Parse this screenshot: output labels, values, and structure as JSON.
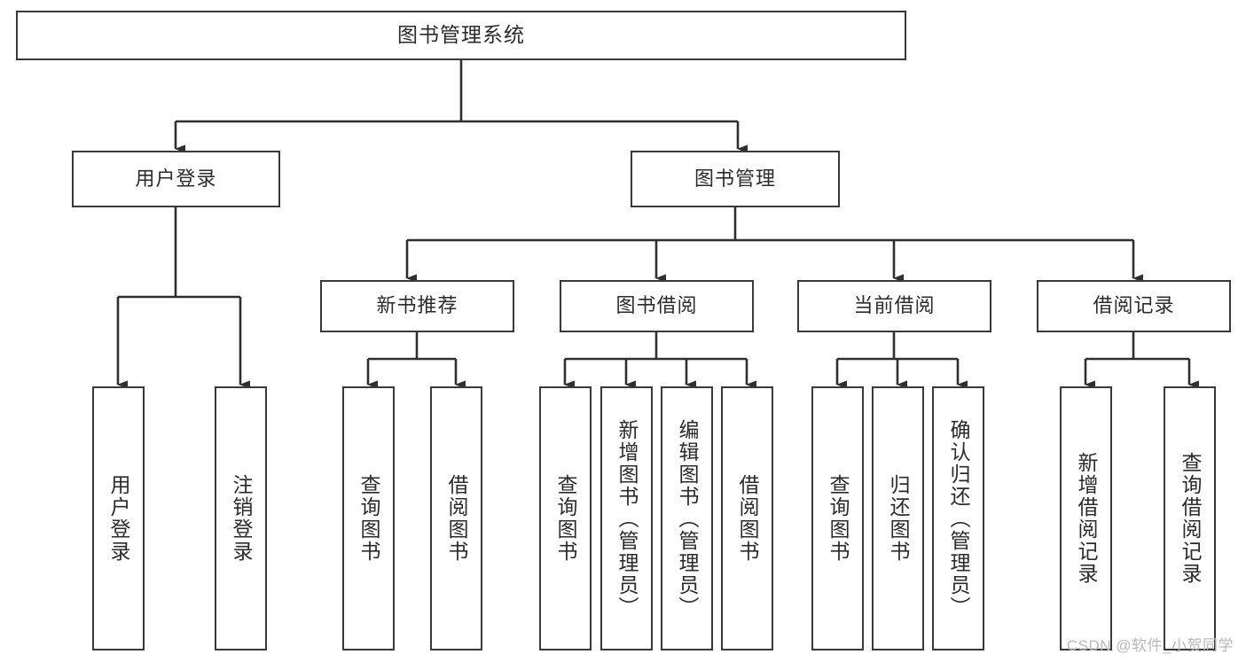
{
  "diagram": {
    "title": "图书管理系统",
    "type": "tree",
    "watermark": "CSDN @软件_小贺同学",
    "colors": {
      "box_border": "#3a3a3a",
      "box_fill": "#ffffff",
      "connector": "#2f2f2f",
      "text": "#2b2b2b",
      "watermark": "#b9b9b9",
      "background": "#ffffff"
    },
    "nodes": {
      "root": {
        "label": "图书管理系统"
      },
      "level2": [
        {
          "label": "用户登录"
        },
        {
          "label": "图书管理"
        }
      ],
      "level3": [
        {
          "label": "新书推荐"
        },
        {
          "label": "图书借阅"
        },
        {
          "label": "当前借阅"
        },
        {
          "label": "借阅记录"
        }
      ],
      "leaves": {
        "user_login": [
          {
            "label": "用户登录"
          },
          {
            "label": "注销登录"
          }
        ],
        "new_book_recommend": [
          {
            "label": "查询图书"
          },
          {
            "label": "借阅图书"
          }
        ],
        "book_borrow": [
          {
            "label": "查询图书"
          },
          {
            "label": "新增图书（管理员）"
          },
          {
            "label": "编辑图书（管理员）"
          },
          {
            "label": "借阅图书"
          }
        ],
        "current_borrow": [
          {
            "label": "查询图书"
          },
          {
            "label": "归还图书"
          },
          {
            "label": "确认归还（管理员）"
          }
        ],
        "borrow_record": [
          {
            "label": "新增借阅记录"
          },
          {
            "label": "查询借阅记录"
          }
        ]
      }
    }
  }
}
